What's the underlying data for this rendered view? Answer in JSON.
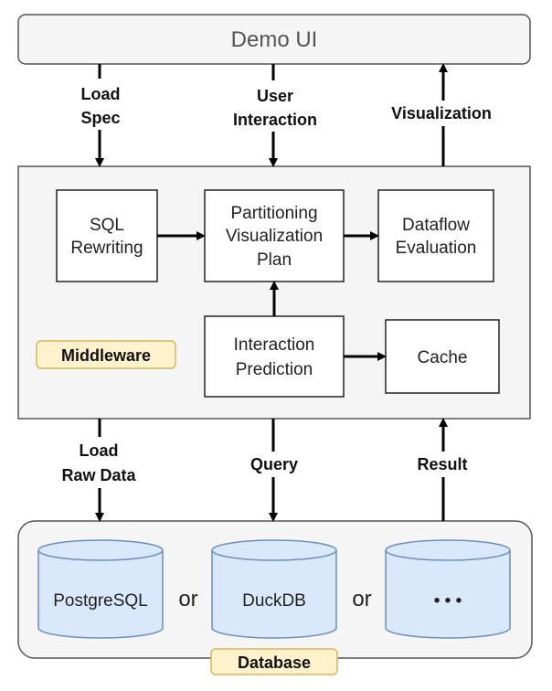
{
  "demo_ui": {
    "label": "Demo UI"
  },
  "edges": {
    "load_spec": [
      "Load",
      "Spec"
    ],
    "user_interaction": [
      "User",
      "Interaction"
    ],
    "visualization": "Visualization",
    "load_raw_data": [
      "Load",
      "Raw Data"
    ],
    "query": "Query",
    "result": "Result"
  },
  "middleware": {
    "badge": "Middleware",
    "sql_rewriting": [
      "SQL",
      "Rewriting"
    ],
    "partitioning_plan": [
      "Partitioning",
      "Visualization",
      "Plan"
    ],
    "dataflow_evaluation": [
      "Dataflow",
      "Evaluation"
    ],
    "interaction_prediction": [
      "Interaction",
      "Prediction"
    ],
    "cache": "Cache"
  },
  "database": {
    "badge": "Database",
    "dbs": [
      "PostgreSQL",
      "DuckDB",
      "• • •"
    ],
    "separator": "or"
  },
  "colors": {
    "panel_fill": "#f5f5f5",
    "cylinder_fill": "#dae8fc",
    "cylinder_stroke": "#6c8ebf",
    "badge_fill": "#fff2cc",
    "badge_stroke": "#d6b656"
  }
}
